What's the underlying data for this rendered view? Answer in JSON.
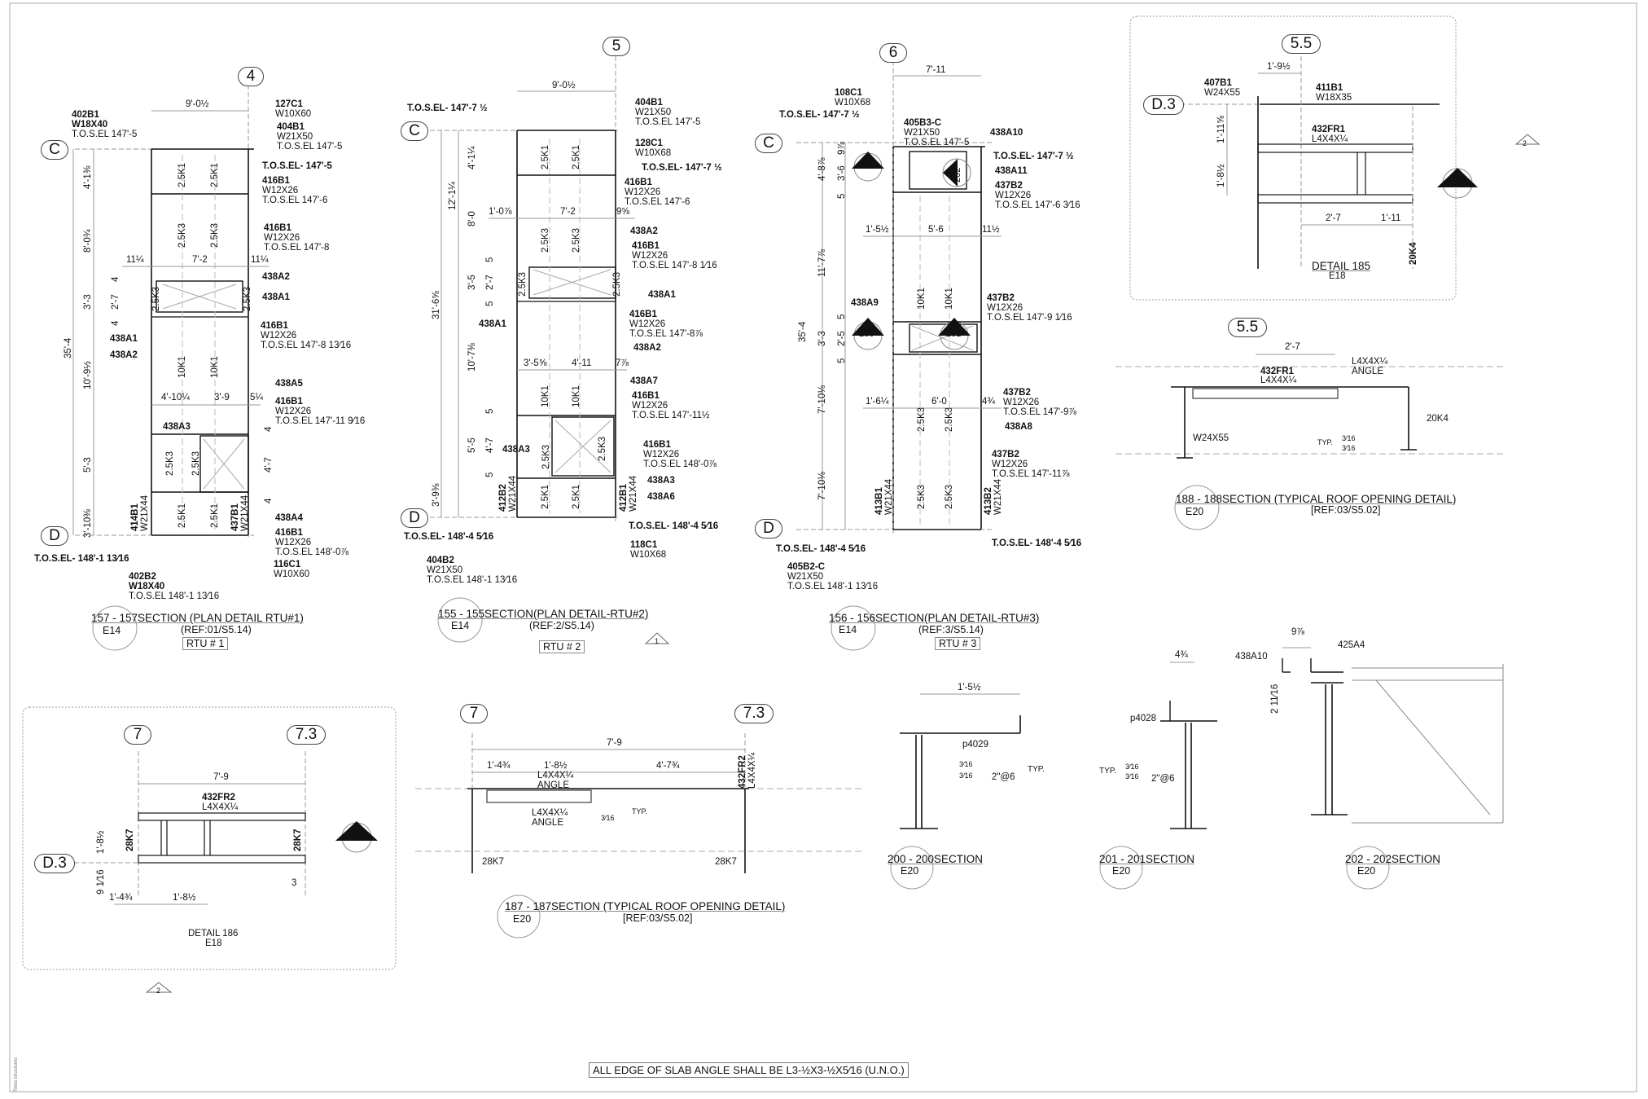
{
  "sheet": {
    "general_note": "ALL EDGE OF SLAB ANGLE SHALL BE L3-½X3-½X5⁄16 (U.N.O.)",
    "side_stamp": "Tekla structures",
    "revision_marks": [
      "2",
      "2",
      "1"
    ]
  },
  "rtu1": {
    "grid_top": "4",
    "grid_c": "C",
    "grid_d": "D",
    "title": "157 - 157SECTION (PLAN DETAIL RTU#1)",
    "sheet_ref": "E14",
    "ref": "(REF:01/S5.14)",
    "tag": "RTU # 1",
    "dims": [
      "9'-0½",
      "4'-1⅜",
      "8'-0¾",
      "11¼",
      "7'-2",
      "11¼",
      "4",
      "2'-7",
      "3'-3",
      "4",
      "35'-4",
      "10'-9½",
      "4'-10¼",
      "3'-9",
      "5¼",
      "4",
      "5'-3",
      "4'-7",
      "4",
      "3'-10⅜"
    ],
    "joists": [
      "2.5K1",
      "2.5K1",
      "2.5K3",
      "2.5K3",
      "2.5K3",
      "2.5K3",
      "10K1",
      "10K1",
      "2.5K3",
      "2.5K3",
      "2.5K1",
      "2.5K1"
    ],
    "labels": [
      {
        "mark": "402B1",
        "size": "W18X40",
        "elev": "T.O.S.EL 147'-5"
      },
      {
        "mark": "127C1",
        "size": "W10X60"
      },
      {
        "mark": "404B1",
        "size": "W21X50",
        "elev": "T.O.S.EL 147'-5"
      },
      {
        "mark": "T.O.S.EL- 147'-5"
      },
      {
        "mark": "416B1",
        "size": "W12X26",
        "elev": "T.O.S.EL 147'-6"
      },
      {
        "mark": "416B1",
        "size": "W12X26",
        "elev": "T.O.S.EL 147'-8"
      },
      {
        "mark": "438A2"
      },
      {
        "mark": "438A1"
      },
      {
        "mark": "416B1",
        "size": "W12X26",
        "elev": "T.O.S.EL 147'-8 13⁄16"
      },
      {
        "mark": "438A1"
      },
      {
        "mark": "438A2"
      },
      {
        "mark": "438A5"
      },
      {
        "mark": "416B1",
        "size": "W12X26",
        "elev": "T.O.S.EL 147'-11 9⁄16"
      },
      {
        "mark": "438A3"
      },
      {
        "mark": "438A4"
      },
      {
        "mark": "416B1",
        "size": "W12X26",
        "elev": "T.O.S.EL 148'-0⅞"
      },
      {
        "mark": "116C1",
        "size": "W10X60"
      },
      {
        "mark": "T.O.S.EL- 148'-1 13⁄16"
      },
      {
        "mark": "402B2",
        "size": "W18X40",
        "elev": "T.O.S.EL 148'-1 13⁄16"
      },
      {
        "mark": "414B1",
        "size": "W21X44"
      },
      {
        "mark": "437B1",
        "size": "W21X44"
      }
    ]
  },
  "rtu2": {
    "grid_top": "5",
    "grid_c": "C",
    "grid_d": "D",
    "title": "155 - 155SECTION(PLAN DETAIL-RTU#2)",
    "sheet_ref": "E14",
    "ref": "(REF:2/S5.14)",
    "tag": "RTU # 2",
    "dims": [
      "9'-0½",
      "4'-1¼",
      "12'-1¼",
      "8'-0",
      "1'-0⅞",
      "7'-2",
      "9⅝",
      "5",
      "3'-5",
      "2'-7",
      "5",
      "31'-6⅝",
      "10'-7⅜",
      "3'-5⅝",
      "4'-11",
      "7⅞",
      "5",
      "5'-5",
      "4'-7",
      "5",
      "3'-9⅜"
    ],
    "joists": [
      "2.5K1",
      "2.5K1",
      "2.5K3",
      "2.5K3",
      "2.5K3",
      "2.5K3",
      "10K1",
      "10K1",
      "2.5K3",
      "2.5K3",
      "2.5K1",
      "2.5K1"
    ],
    "labels": [
      {
        "mark": "T.O.S.EL- 147'-7 ½"
      },
      {
        "mark": "404B1",
        "size": "W21X50",
        "elev": "T.O.S.EL 147'-5"
      },
      {
        "mark": "128C1",
        "size": "W10X68"
      },
      {
        "mark": "T.O.S.EL- 147'-7 ½"
      },
      {
        "mark": "416B1",
        "size": "W12X26",
        "elev": "T.O.S.EL 147'-6"
      },
      {
        "mark": "438A2"
      },
      {
        "mark": "416B1",
        "size": "W12X26",
        "elev": "T.O.S.EL 147'-8 1⁄16"
      },
      {
        "mark": "438A1"
      },
      {
        "mark": "416B1",
        "size": "W12X26",
        "elev": "T.O.S.EL 147'-8⅞"
      },
      {
        "mark": "438A2"
      },
      {
        "mark": "438A1"
      },
      {
        "mark": "438A7"
      },
      {
        "mark": "416B1",
        "size": "W12X26",
        "elev": "T.O.S.EL 147'-11½"
      },
      {
        "mark": "416B1",
        "size": "W12X26",
        "elev": "T.O.S.EL 148'-0⅞"
      },
      {
        "mark": "438A3"
      },
      {
        "mark": "438A6"
      },
      {
        "mark": "438A3"
      },
      {
        "mark": "T.O.S.EL- 148'-4 5⁄16"
      },
      {
        "mark": "118C1",
        "size": "W10X68"
      },
      {
        "mark": "T.O.S.EL- 148'-4 5⁄16"
      },
      {
        "mark": "404B2",
        "size": "W21X50",
        "elev": "T.O.S.EL 148'-1 13⁄16"
      },
      {
        "mark": "412B2",
        "size": "W21X44"
      },
      {
        "mark": "412B1",
        "size": "W21X44"
      }
    ]
  },
  "rtu3": {
    "grid_top": "6",
    "grid_c": "C",
    "grid_d": "D",
    "title": "156 - 156SECTION(PLAN DETAIL-RTU#3)",
    "sheet_ref": "E14",
    "ref": "(REF:3/S5.14)",
    "tag": "RTU # 3",
    "dims": [
      "7'-11",
      "9⅞",
      "4'-8⅞",
      "3'-6",
      "5",
      "1'-5½",
      "5'-6",
      "11½",
      "35'-4",
      "11'-7⅞",
      "5",
      "3'-3",
      "2'-5",
      "5",
      "1'-6¼",
      "6'-0",
      "4¾",
      "7'-10⅛",
      "7'-10⅛"
    ],
    "joists": [
      "10K1",
      "10K1",
      "2.5K3",
      "2.5K3",
      "2.5K3",
      "2.5K3"
    ],
    "section_markers": [
      "200",
      "202",
      "200",
      "201"
    ],
    "labels": [
      {
        "mark": "108C1",
        "size": "W10X68"
      },
      {
        "mark": "T.O.S.EL- 147'-7 ½"
      },
      {
        "mark": "405B3-C",
        "size": "W21X50",
        "elev": "T.O.S.EL 147'-5"
      },
      {
        "mark": "438A10"
      },
      {
        "mark": "T.O.S.EL- 147'-7 ½"
      },
      {
        "mark": "438A11"
      },
      {
        "mark": "437B2",
        "size": "W12X26",
        "elev": "T.O.S.EL 147'-6 3⁄16"
      },
      {
        "mark": "438A9"
      },
      {
        "mark": "437B2",
        "size": "W12X26",
        "elev": "T.O.S.EL 147'-9 1⁄16"
      },
      {
        "mark": "437B2",
        "size": "W12X26",
        "elev": "T.O.S.EL 147'-9⅞"
      },
      {
        "mark": "438A8"
      },
      {
        "mark": "437B2",
        "size": "W12X26",
        "elev": "T.O.S.EL 147'-11⅞"
      },
      {
        "mark": "T.O.S.EL- 148'-4 5⁄16"
      },
      {
        "mark": "T.O.S.EL- 148'-4 5⁄16"
      },
      {
        "mark": "405B2-C",
        "size": "W21X50",
        "elev": "T.O.S.EL 148'-1 13⁄16"
      },
      {
        "mark": "413B1",
        "size": "W21X44"
      },
      {
        "mark": "413B2",
        "size": "W21X44"
      }
    ]
  },
  "detail185": {
    "grid_top": "5.5",
    "grid_left": "D.3",
    "title": "DETAIL 185",
    "sheet_ref": "E18",
    "marker": "188",
    "dims": [
      "1'-9½",
      "1'-11⅝",
      "1'-8½",
      "2'-7",
      "1'-11"
    ],
    "labels": [
      {
        "mark": "407B1",
        "size": "W24X55"
      },
      {
        "mark": "411B1",
        "size": "W18X35"
      },
      {
        "mark": "432FR1",
        "size": "L4X4X¼"
      },
      {
        "mark": "20K4"
      }
    ]
  },
  "section188": {
    "grid_top": "5.5",
    "title": "188 - 188SECTION (TYPICAL ROOF OPENING DETAIL)",
    "sheet_ref": "E20",
    "ref": "[REF:03/S5.02]",
    "dims": [
      "2'-7"
    ],
    "labels": [
      "432FR1",
      "L4X4X¼",
      "L4X4X¼",
      "ANGLE",
      "W24X55",
      "20K4",
      "TYP.",
      "3⁄16",
      "3⁄16"
    ]
  },
  "detail186": {
    "grid_left_top": "7",
    "grid_right_top": "7.3",
    "grid_left": "D.3",
    "title": "DETAIL 186",
    "sheet_ref": "E18",
    "marker": "187",
    "dims": [
      "7'-9",
      "1'-8½",
      "9 1⁄16",
      "1'-4¾",
      "1'-8½",
      "3"
    ],
    "labels": [
      "432FR2",
      "L4X4X¼",
      "28K7",
      "28K7"
    ]
  },
  "section187": {
    "grid_left": "7",
    "grid_right": "7.3",
    "title": "187 - 187SECTION (TYPICAL ROOF OPENING DETAIL)",
    "sheet_ref": "E20",
    "ref": "[REF:03/S5.02]",
    "dims": [
      "7'-9",
      "1'-4¾",
      "1'-8½",
      "4'-7¾"
    ],
    "labels": [
      "L4X4X¼",
      "ANGLE",
      "L4X4X¼",
      "ANGLE",
      "TYP.",
      "3⁄16",
      "28K7",
      "28K7",
      "432FR2",
      "L4X4X¼"
    ]
  },
  "section200": {
    "title": "200 - 200SECTION",
    "sheet_ref": "E20",
    "dims": [
      "1'-5½"
    ],
    "labels": [
      "p4029",
      "3⁄16",
      "3⁄16",
      "2\"@6",
      "TYP."
    ]
  },
  "section201": {
    "title": "201 - 201SECTION",
    "sheet_ref": "E20",
    "dims": [
      "4¾"
    ],
    "labels": [
      "p4028",
      "TYP.",
      "3⁄16",
      "3⁄16",
      "2\"@6"
    ]
  },
  "section202": {
    "title": "202 - 202SECTION",
    "sheet_ref": "E20",
    "dims": [
      "9⅞",
      "2 11⁄16"
    ],
    "labels": [
      "438A10",
      "425A4"
    ]
  }
}
